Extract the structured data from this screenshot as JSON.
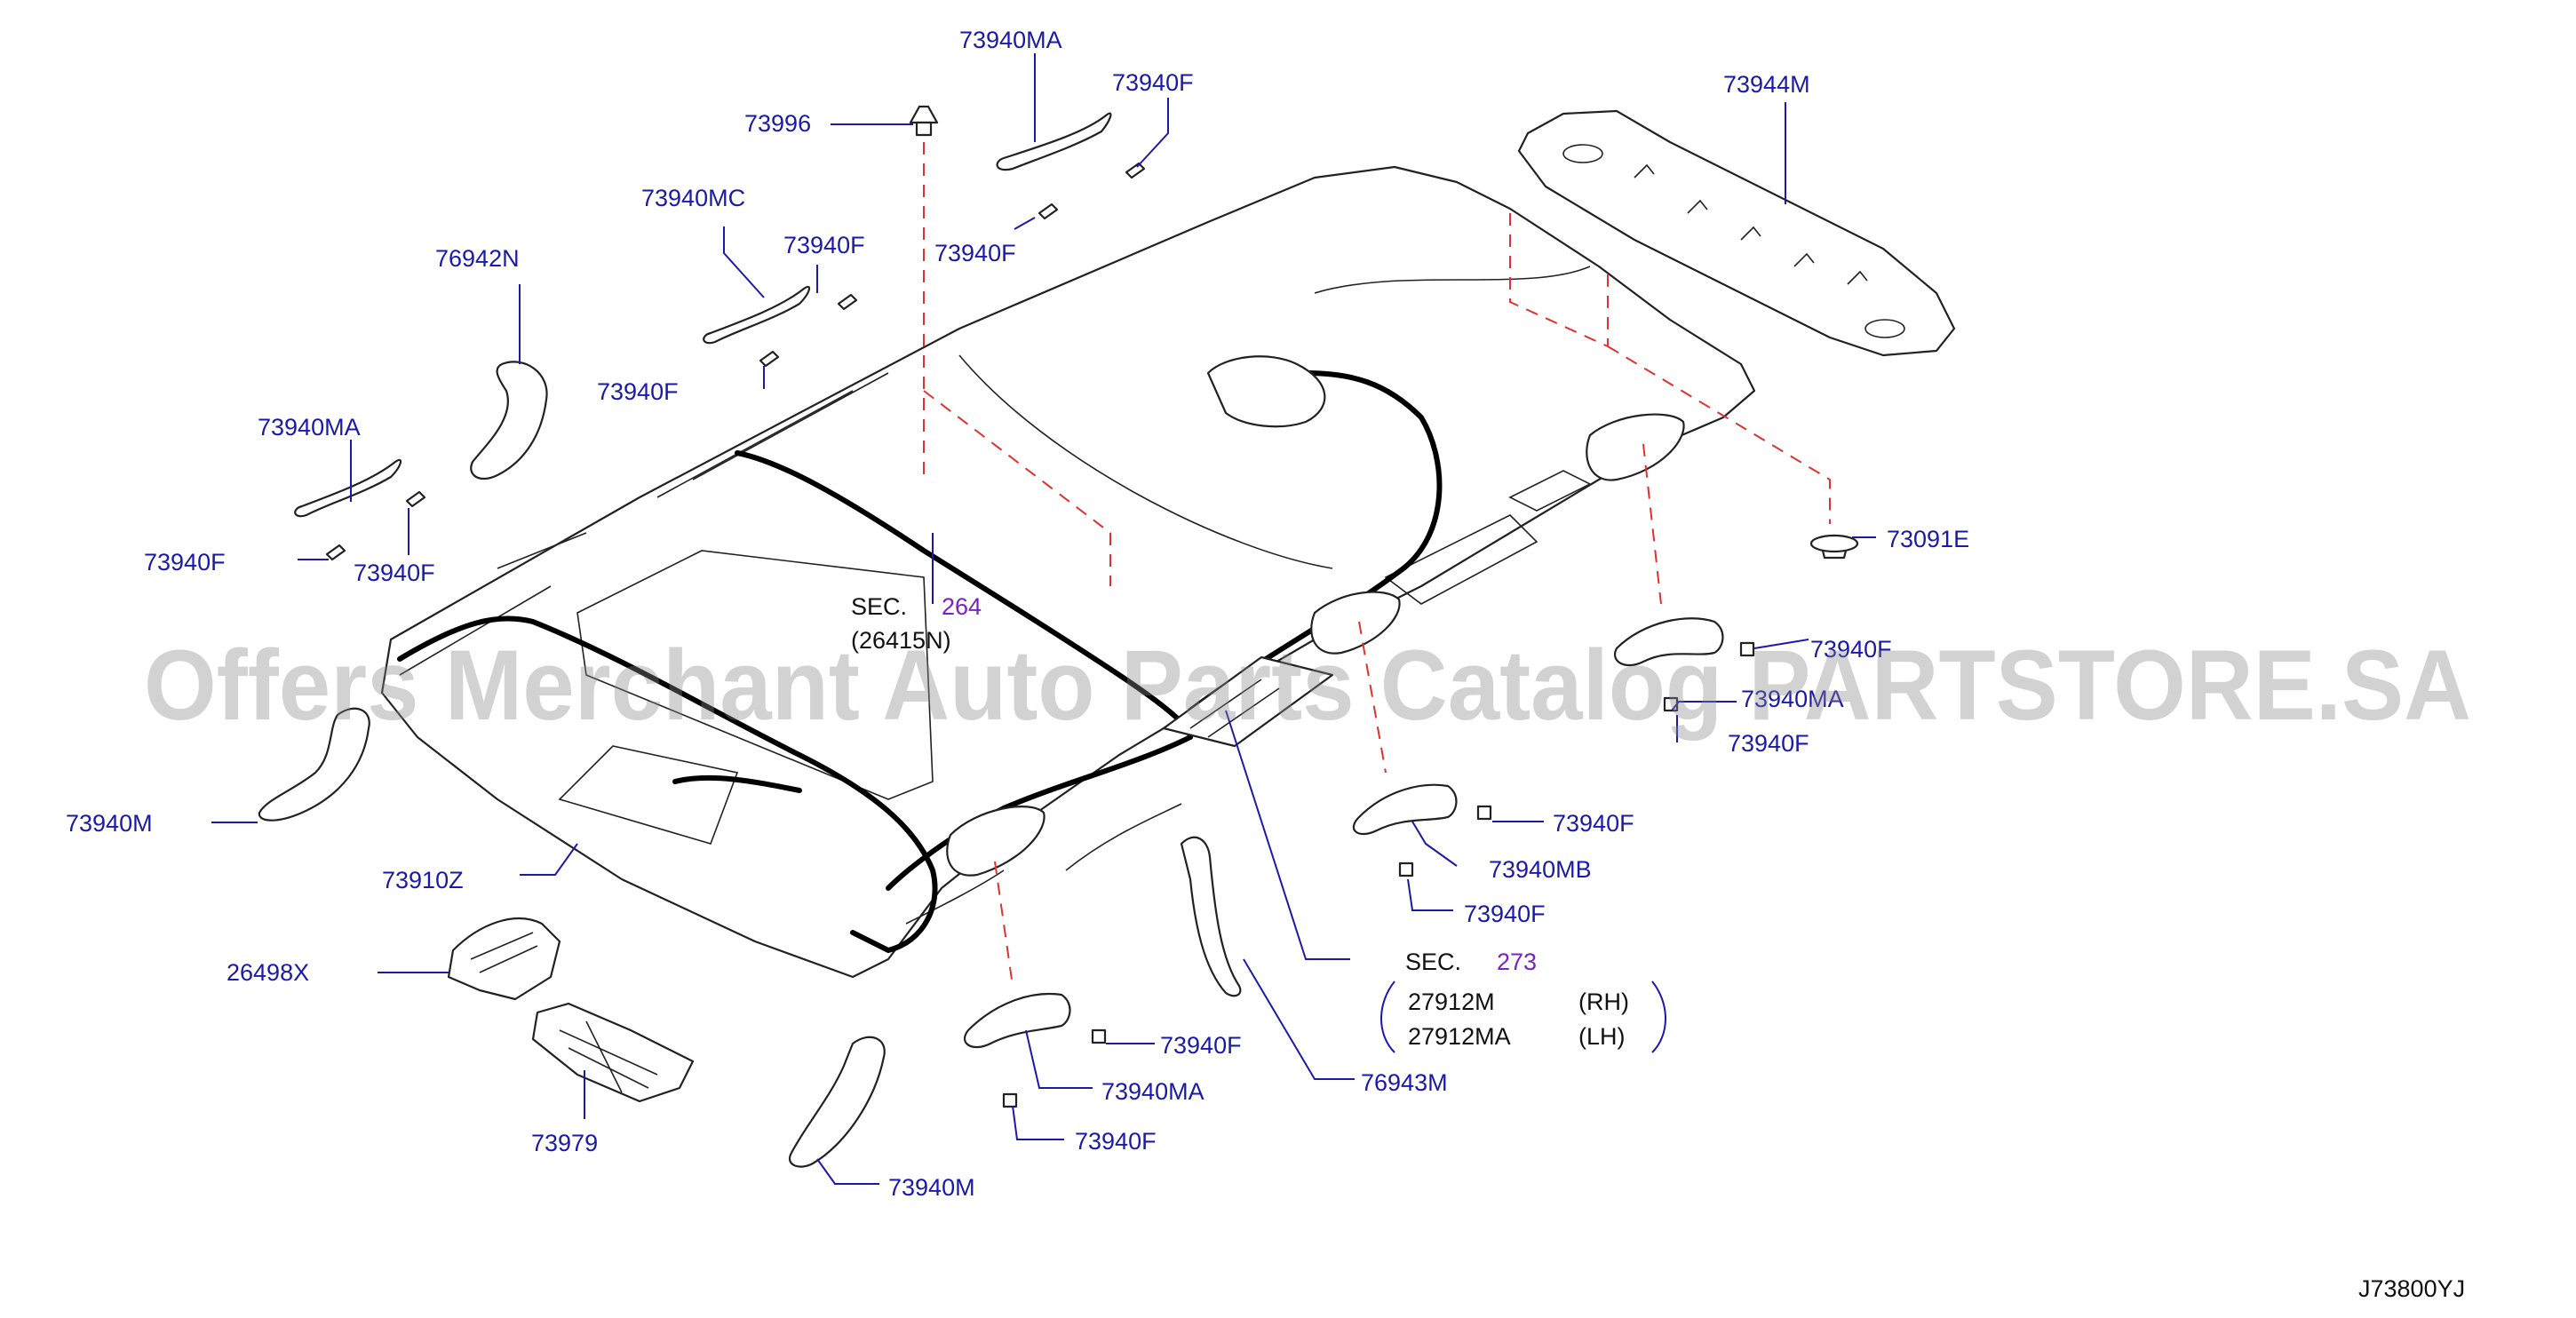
{
  "labels": {
    "p73940MA_top": "73940MA",
    "p73940F_top": "73940F",
    "p73996": "73996",
    "p73944M": "73944M",
    "p73940MC": "73940MC",
    "p73940F_a": "73940F",
    "p73940F_b": "73940F",
    "p76942N": "76942N",
    "p73940F_c": "73940F",
    "p73940MA_left": "73940MA",
    "p73940F_d": "73940F",
    "p73940F_e": "73940F",
    "p73091E": "73091E",
    "p73940F_r1": "73940F",
    "p73940MA_r": "73940MA",
    "p73940F_r2": "73940F",
    "p73940M_left": "73940M",
    "p73910Z": "73910Z",
    "p26498X": "26498X",
    "p73979": "73979",
    "p73940F_m1": "73940F",
    "p73940MB": "73940MB",
    "p73940F_m2": "73940F",
    "p73940F_b1": "73940F",
    "p73940MA_b": "73940MA",
    "p73940F_b2": "73940F",
    "p76943M": "76943M",
    "p73940M_bottom": "73940M"
  },
  "sec264": {
    "prefix": "SEC.",
    "number": "264",
    "part": "(26415N)"
  },
  "sec273": {
    "prefix": "SEC.",
    "number": "273",
    "rows": [
      {
        "part": "27912M",
        "side": "(RH)"
      },
      {
        "part": "27912MA",
        "side": "(LH)"
      }
    ]
  },
  "diagram_code": "J73800YJ",
  "watermark": "Offers Merchant Auto Parts Catalog PARTSTORE.SA",
  "colors": {
    "label": "#1a1aa8",
    "section_number": "#7a22c4",
    "dashed_guide": "#e03030",
    "line_art": "#222222"
  }
}
